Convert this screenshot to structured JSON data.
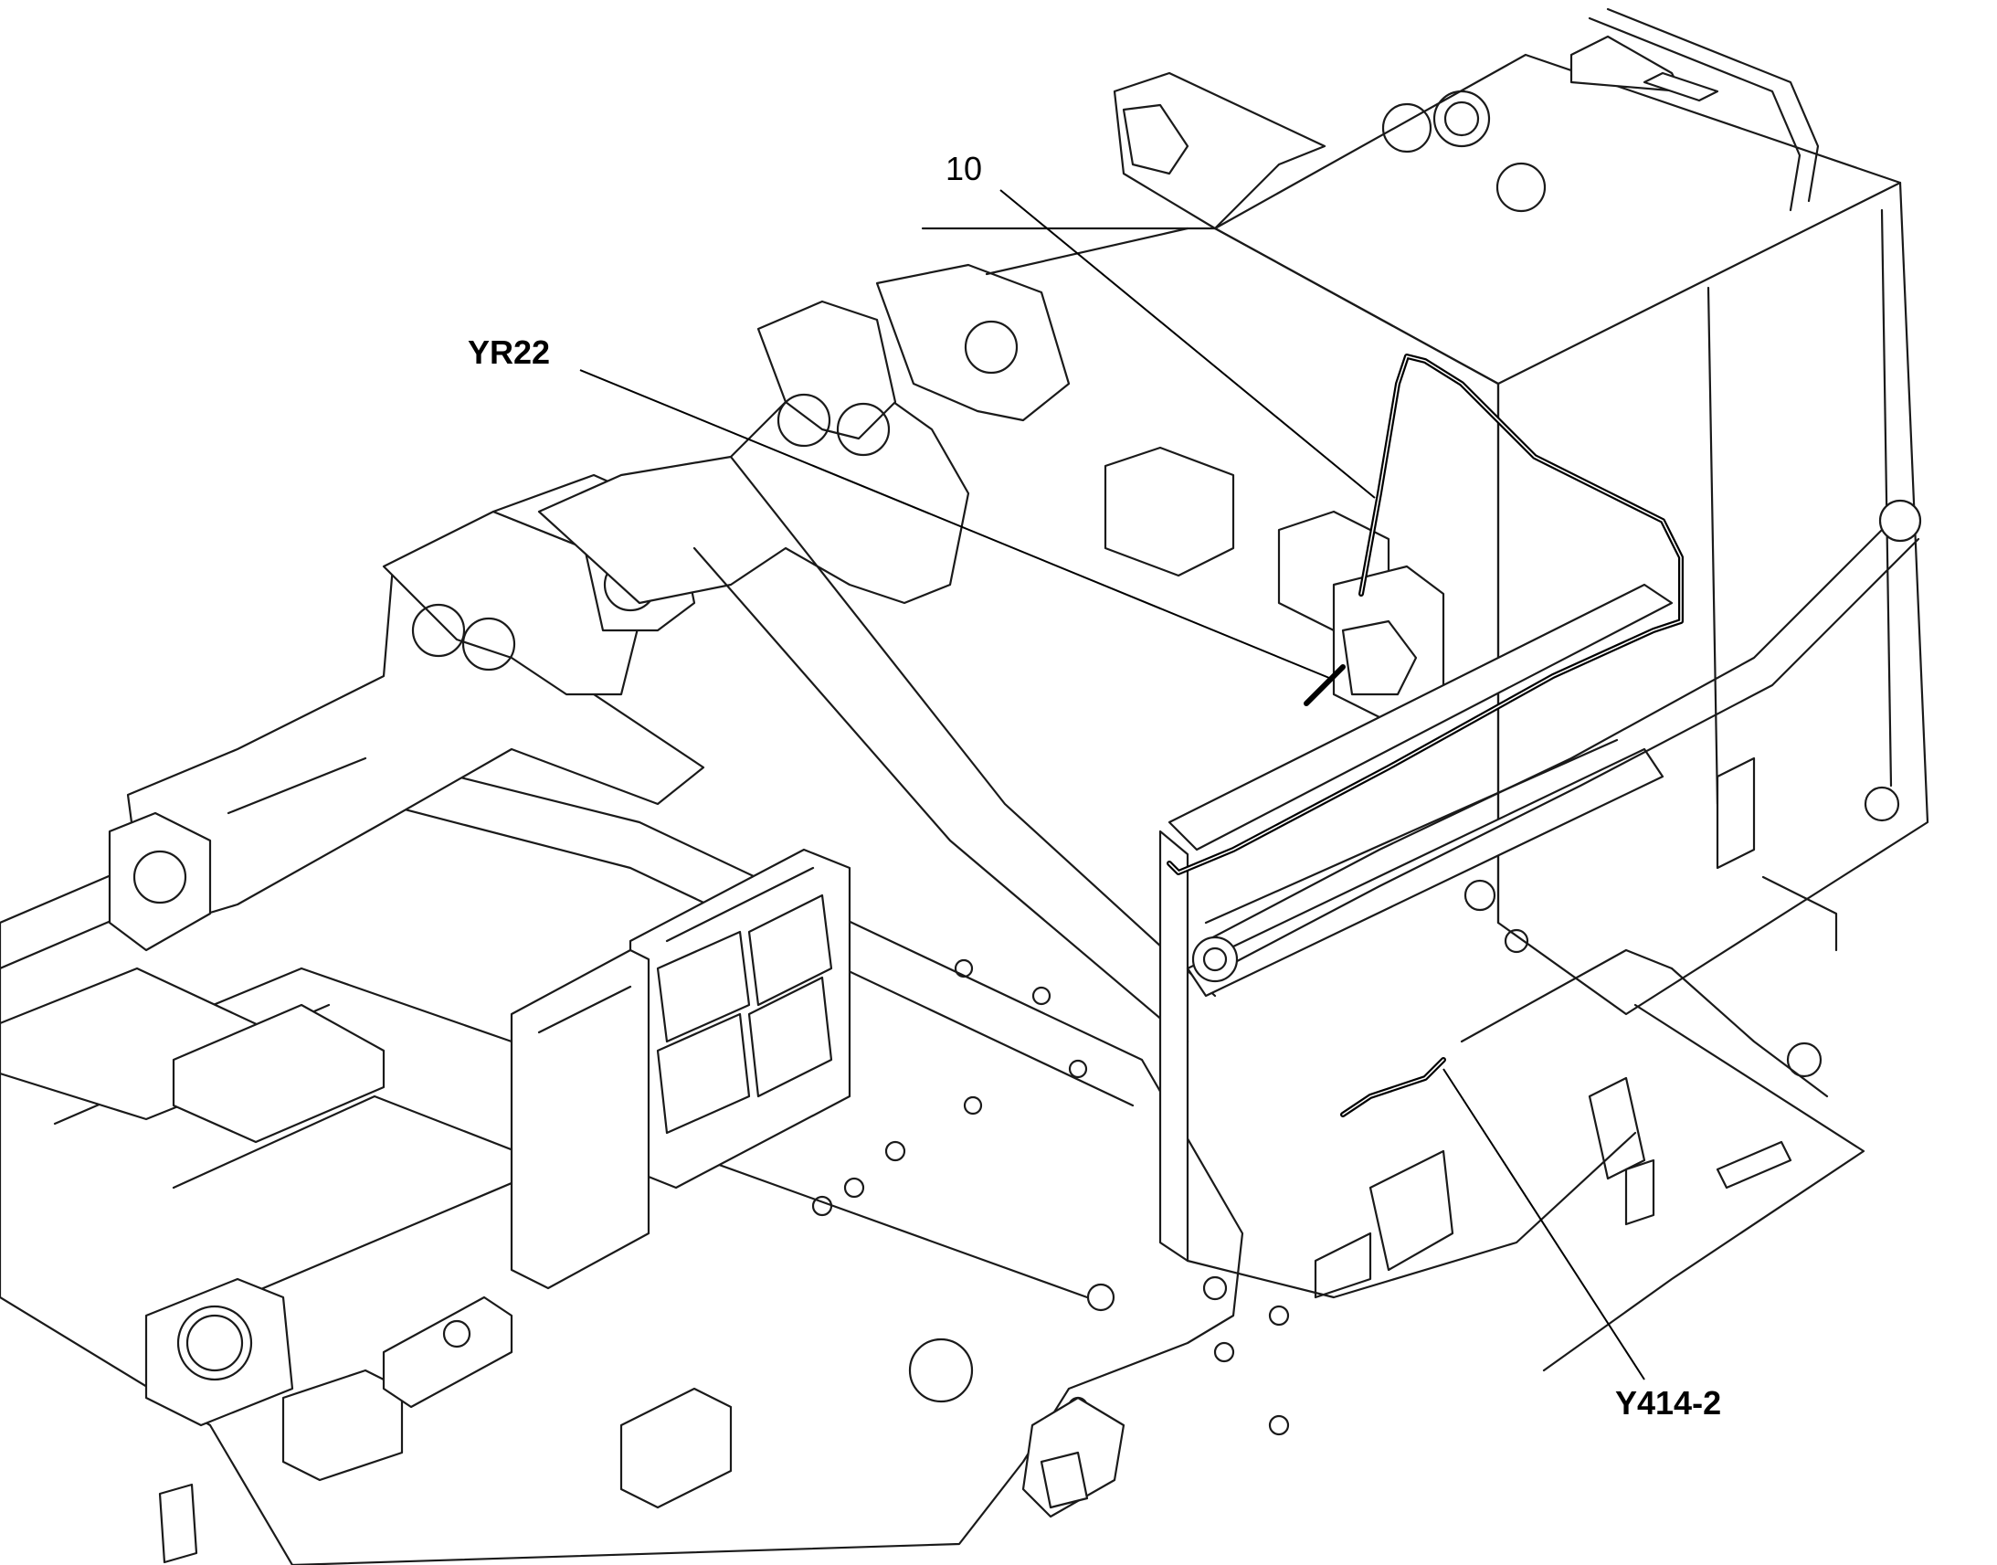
{
  "callouts": {
    "item_10": "10",
    "yr22": "YR22",
    "y414_2": "Y414-2"
  }
}
